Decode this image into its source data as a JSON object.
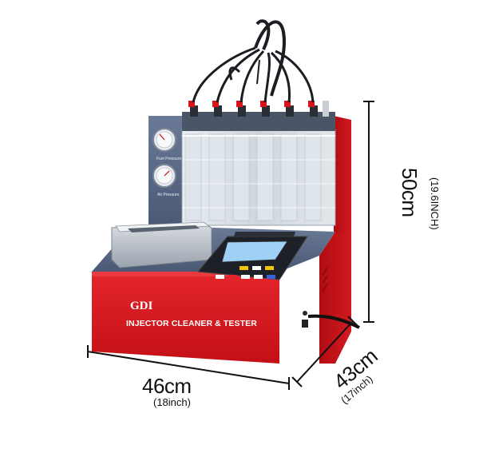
{
  "dimensions": {
    "width": {
      "label": "46cm",
      "sub": "(18inch)"
    },
    "height": {
      "label": "50cm",
      "sub": "(19.6INCH)"
    },
    "depth": {
      "label": "43cm",
      "sub": "(17inch)"
    }
  },
  "product": {
    "brand": "GDI",
    "name": "INJECTOR CLEANER & TESTER",
    "gauges": [
      "Fuel Pressure",
      "Air Pressure"
    ]
  },
  "colors": {
    "body_red": "#d8141b",
    "panel_gray": "#5a6a86",
    "screen": "#9fd0f5"
  }
}
